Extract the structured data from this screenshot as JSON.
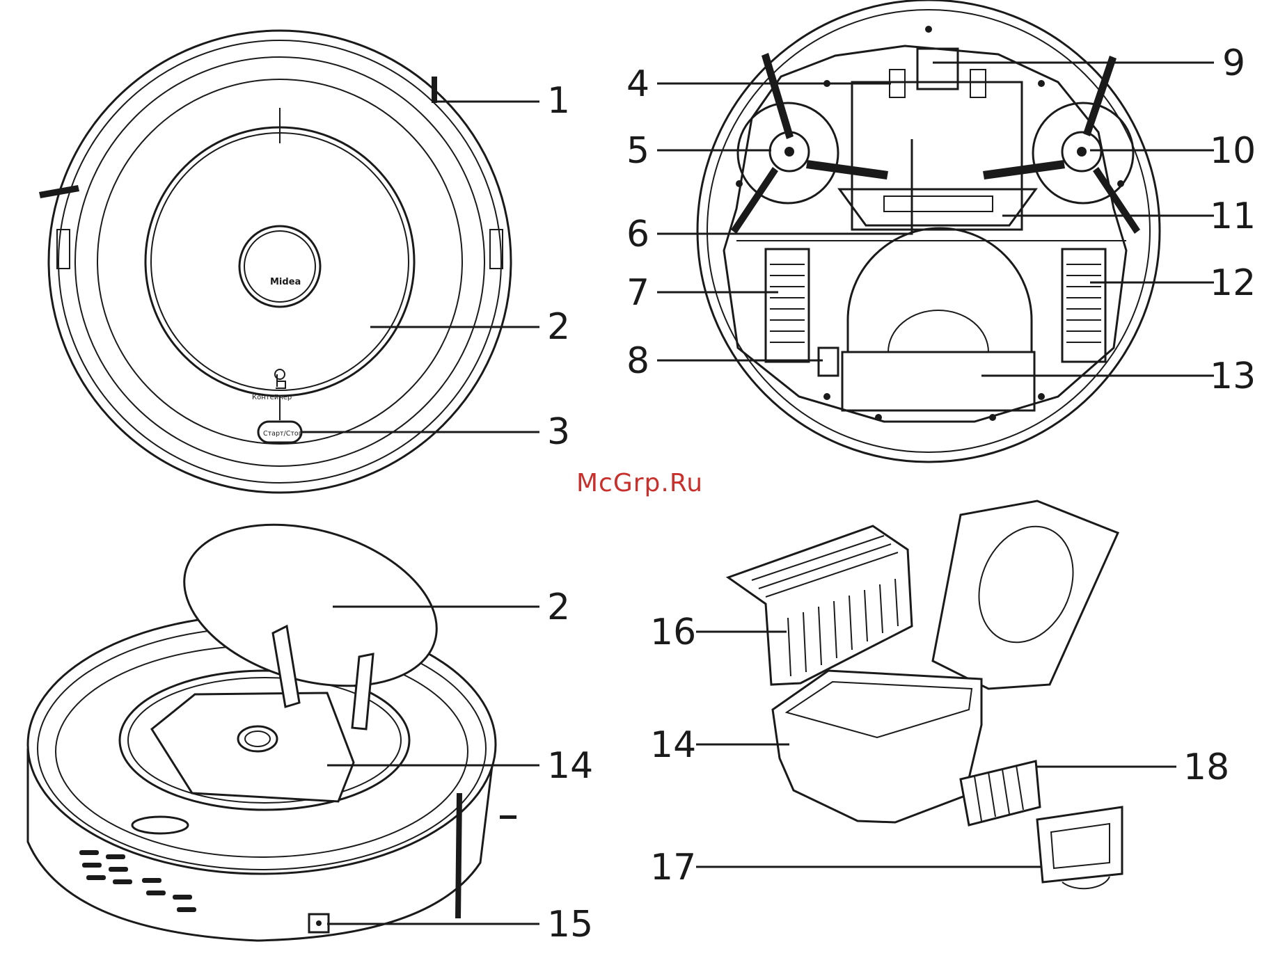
{
  "watermark": "McGrp.Ru",
  "top_view": {
    "logo_text": "Midea",
    "container_label": "Контейнер",
    "start_stop_label": "Старт/Стоп"
  },
  "callouts": {
    "tv_1": "1",
    "tv_2": "2",
    "tv_3": "3",
    "bv_4": "4",
    "bv_5": "5",
    "bv_6": "6",
    "bv_7": "7",
    "bv_8": "8",
    "bv_9": "9",
    "bv_10": "10",
    "bv_11": "11",
    "bv_12": "12",
    "bv_13": "13",
    "pv_2": "2",
    "pv_14": "14",
    "pv_15": "15",
    "dv_14": "14",
    "dv_16": "16",
    "dv_17": "17",
    "dv_18": "18"
  }
}
